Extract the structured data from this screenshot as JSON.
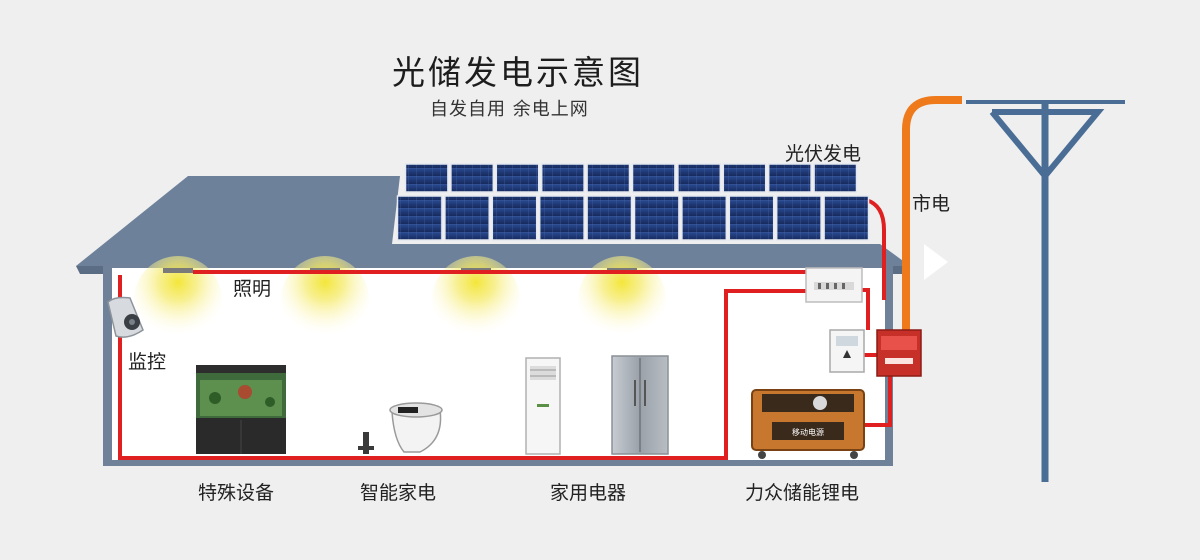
{
  "title": "光储发电示意图",
  "subtitle": "自发自用 余电上网",
  "labels": {
    "pv": "光伏发电",
    "grid": "市电",
    "lighting": "照明",
    "monitoring": "监控",
    "special_equipment": "特殊设备",
    "smart_appliances": "智能家电",
    "home_appliances": "家用电器",
    "storage": "力众储能锂电",
    "power_unit_text": "移动电源"
  },
  "colors": {
    "wire_red": "#e02020",
    "wire_orange": "#ef7a1c",
    "pole_blue": "#4a6d96",
    "roof": "#6d819b",
    "panel": "#1f3a78"
  }
}
